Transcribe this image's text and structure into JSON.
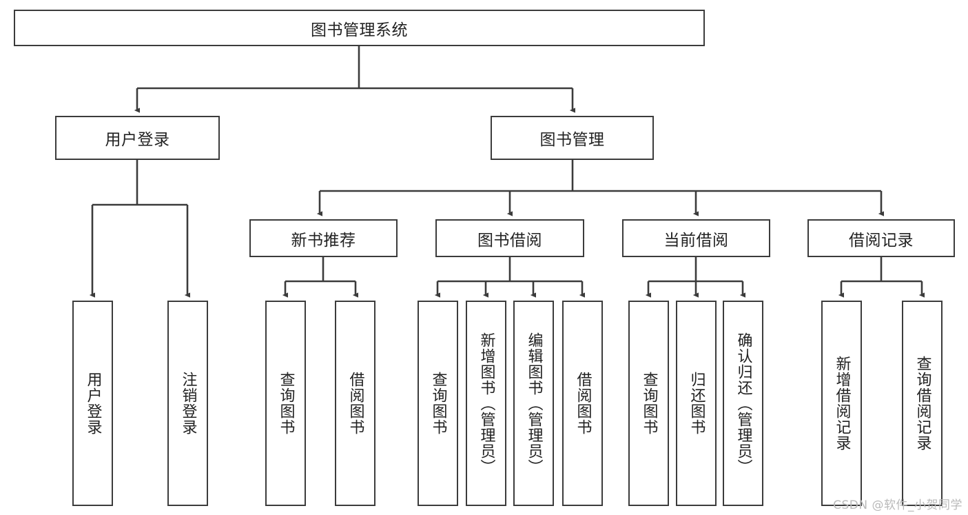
{
  "diagram": {
    "type": "tree",
    "title": "图书管理系统",
    "root": {
      "label": "图书管理系统"
    },
    "level2": [
      {
        "label": "用户登录"
      },
      {
        "label": "图书管理"
      }
    ],
    "level3": [
      {
        "label": "新书推荐"
      },
      {
        "label": "图书借阅"
      },
      {
        "label": "当前借阅"
      },
      {
        "label": "借阅记录"
      }
    ],
    "leaves": {
      "user_login": [
        {
          "label": "用户登录"
        },
        {
          "label": "注销登录"
        }
      ],
      "new_book_recommend": [
        {
          "label": "查询图书"
        },
        {
          "label": "借阅图书"
        }
      ],
      "book_borrow": [
        {
          "label": "查询图书"
        },
        {
          "label": "新增图书（管理员）"
        },
        {
          "label": "编辑图书（管理员）"
        },
        {
          "label": "借阅图书"
        }
      ],
      "current_borrow": [
        {
          "label": "查询图书"
        },
        {
          "label": "归还图书"
        },
        {
          "label": "确认归还（管理员）"
        }
      ],
      "borrow_record": [
        {
          "label": "新增借阅记录"
        },
        {
          "label": "查询借阅记录"
        }
      ]
    }
  },
  "watermark": {
    "text": "CSDN @软件_小贺同学"
  },
  "colors": {
    "border": "#3b3b3b",
    "text": "#222222",
    "background": "#ffffff",
    "watermark": "#b9b9b9"
  }
}
